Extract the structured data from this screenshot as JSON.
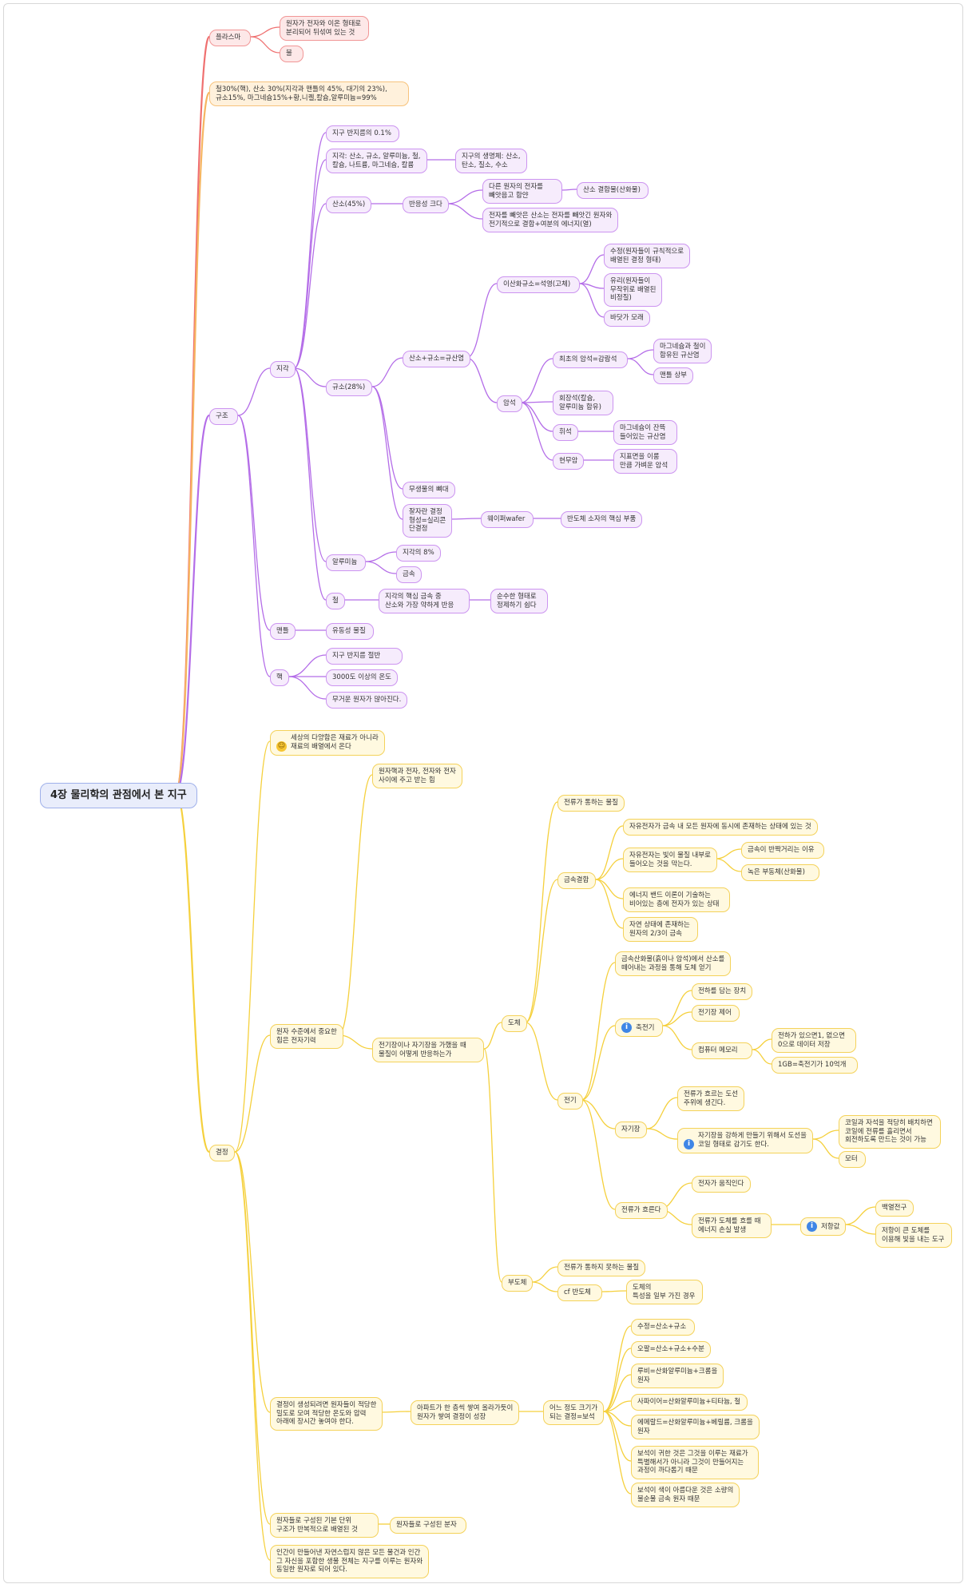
{
  "root": "4장 물리학의 관점에서 본 지구",
  "nodes": {
    "plasma": "플라스마",
    "plasma_1": "원자가 전자와 이온 형태로\n분리되어 뒤섞여 있는 것",
    "plasma_2": "불",
    "composition": "철30%(핵), 산소 30%(지각과 맨틀의 45%, 대기의 23%),\n규소15%, 마그네슘15%+황,니켈,칼슘,알루미늄=99%",
    "structure": "구조",
    "crust": "지각",
    "crust_1": "지구 반지름의 0.1%",
    "crust_2": "지각: 산소, 규소, 알루미늄, 철,\n칼슘, 나트륨, 마그네슘, 칼륨",
    "crust_2a": "지구의 생명체: 산소,\n탄소, 질소, 수소",
    "oxygen": "산소(45%)",
    "oxygen_r": "반응성 크다",
    "oxygen_r1": "다른 원자의 전자를\n빼앗음고 함얀",
    "oxygen_r1a": "산소 결합물(산화물)",
    "oxygen_r2": "전자를 빼앗은 산소는 전자를 빼앗긴 원자와\n전기적으로 결합+여분의 에너지(열)",
    "silicon": "규소(28%)",
    "si_o": "산소+규소=규산염",
    "silica": "이산화규소=석영(고체)",
    "quartz": "수정(원자들이 규칙적으로\n배열된 결정 형태)",
    "glass": "유리(원자들이\n무작위로 배열된\n비정질)",
    "sand": "바닷가 모래",
    "rock": "암석",
    "first_rock": "최초의 암석=감람석",
    "first_rock_1": "마그네슘과 철이\n함유된 규산염",
    "first_rock_2": "맨틀 상부",
    "feldspar": "회장석(칼슘,\n알루미늄 함유)",
    "pyroxene": "휘석",
    "pyroxene_1": "마그네슘이 잔뜩\n들어있는 규산염",
    "basalt": "현무암",
    "basalt_1": "지표면을 이룸\n만큼 가벼운 암석",
    "inorganic": "무생물의 뼈대",
    "crystal": "잘자란 결정\n형성=실리콘\n단결정",
    "wafer": "웨이퍼wafer",
    "wafer_1": "반도체 소자의 핵심 부품",
    "aluminum": "알루미늄",
    "al_1": "지각의 8%",
    "al_2": "금속",
    "iron": "철",
    "iron_1": "지각의 핵심 금속 중\n산소와 가장 약하게 반응",
    "iron_1a": "순수한 형태로\n정제하기 쉽다",
    "mantle": "맨틀",
    "mantle_1": "유동성 물질",
    "core": "핵",
    "core_1": "지구 반지름     절반",
    "core_2": "3000도 이상의 온도",
    "core_3": "무거운 원자가 많아진다.",
    "crystal_top": "결정",
    "diversity": "세상의 다양함은 재료가 아니라\n재료의 배열에서 온다",
    "em": "원자 수준에서 중요한\n힘은 전자기력",
    "em_1": "원자핵과 전자, 전자와 전자\n사이에 주고 받는 힘",
    "em_2": "전기장이나 자기장을 가했을 때\n물질이 어떻게 반응하는가",
    "conductor": "도체",
    "c_1": "전류가 통하는 물질",
    "metal_bond": "금속결합",
    "mb_1": "자유전자가 금속 내 모든 원자에 동시에 존재하는 상태에 있는 것",
    "mb_2": "자유전자는 빛이 물질 내부로\n들어오는 것을 막는다.",
    "mb_2a": "금속이 반짝거리는 이유",
    "mb_2b": "녹은 부동체(산화물)",
    "mb_3": "에너지 밴드 이론이 기술하는\n비어있는 층에 전자가 있는 상태",
    "mb_4": "자연 상태에 존재하는\n원자의 2/3이 금속",
    "electricity": "전기",
    "el_0": "금속산화물(흙이나 암석)에서 산소를\n떼어내는 과정을 통해 도체 얻기",
    "capacitor": "축전기",
    "cap_1": "전하를 담는 장치",
    "cap_2": "전기장 제어",
    "memory": "컴퓨터 메모리",
    "mem_1": "전하가 있으면1, 없으면\n0으로 데이터 저장",
    "mem_2": "1GB=축전기가 10억개",
    "magnetic": "자기장",
    "mag_1": "전류가 흐르는 도선\n주위에 생긴다.",
    "mag_2": "자기장을 강하게 만들기 위해서 도선을\n코일 형태로 감기도 한다.",
    "mag_2a": "코일과 자석을 적당히 배치하면\n코일에 전류를 흘리면서\n회전하도록 만드는 것이 가능",
    "mag_2b": "모터",
    "current": "전류가 흐른다",
    "cur_1": "전자가 움직인다",
    "cur_2": "전류가 도체를 흐를 때\n에너지 손실 발생",
    "resistance": "저항값",
    "res_1": "백열전구",
    "res_2": "저항이 큰 도체를\n이용해 빛을 내는 도구",
    "insulator": "부도체",
    "ins_1": "전류가 통하지 못하는 물질",
    "ins_2": "cf 반도체",
    "ins_2a": "도체의\n특성을 일부 가진 경우",
    "growth": "결정이 생성되려면 원자들이 적당한\n밀도로 모여 적당한 온도와 압력\n아래에 장시간 놓여야 한다.",
    "growth_1": "아파트가 한 층씩 쌓여 올라가듯이\n원자가 쌓여 결정이 성장",
    "gem": "어느 정도 크기가\n되는 결정=보석",
    "gem_1": "수정=산소+규소",
    "gem_2": "오팔=산소+규소+수분",
    "gem_3": "루비=산화알루미늄+크롬을\n원자",
    "gem_4": "사파이어=산화알루미늄+티타늄, 철",
    "gem_5": "에메랄드=산화알루미늄+베릴륨, 크롬을\n원자",
    "gem_6": "보석이 귀한 것은 그것을 이루는 재료가\n특별해서가 아니라 그것이 만들어지는\n과정이 까다롭기 때문",
    "gem_7": "보석이 색이 아름다운 것은 소량의\n불순물 금속 원자 때문",
    "unit": "원자들로 구성된 기본 단위\n구조가 반복적으로 배열된 것",
    "unit_1": "원자들로 구성된 분자",
    "human": "인간이 만들어낸 자연스럽지 않은 모든 물건과 인간\n그 자신을 포함한 생물 전체는 지구를 이루는 원자와\n동일한 원자로 되어 있다."
  },
  "colors": {
    "purple": "#b46de8",
    "yellow": "#f5d03c",
    "red": "#ef7070",
    "orange": "#f6b561"
  }
}
